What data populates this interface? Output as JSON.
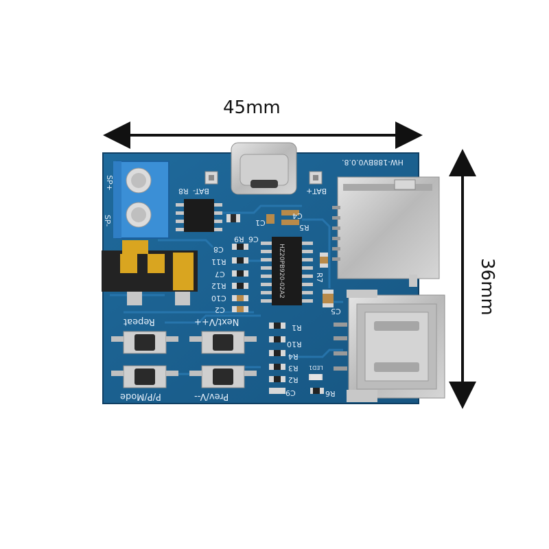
{
  "dimensions": {
    "width_label": "45mm",
    "height_label": "36mm"
  },
  "board": {
    "model": "HW-188BV0.0.8.",
    "silkscreen": {
      "speaker_plus": "SP+",
      "speaker_minus": "SP-",
      "bat_minus": "BAT-",
      "bat_plus": "BAT+",
      "chip_marking": "HZ20PB920-02A2"
    },
    "buttons": {
      "repeat": "Repeat",
      "next": "Next/V++",
      "mode": "P/P/Mode",
      "prev": "Prev/V--"
    },
    "component_refs": [
      "R8",
      "C6",
      "R9",
      "C8",
      "R11",
      "C7",
      "R12",
      "C10",
      "C2",
      "C1",
      "C4",
      "R5",
      "R7",
      "C5",
      "R1",
      "R10",
      "R4",
      "R3",
      "R2",
      "C9",
      "LED1",
      "R6"
    ]
  },
  "colors": {
    "pcb": "#1d5e8e",
    "pcb_dark": "#154a73",
    "silkscreen": "#e8f1fb",
    "terminal_block": "#3b8fd6",
    "metal": "#c9c9c9",
    "gold": "#d9a520",
    "arrow": "#111111"
  }
}
